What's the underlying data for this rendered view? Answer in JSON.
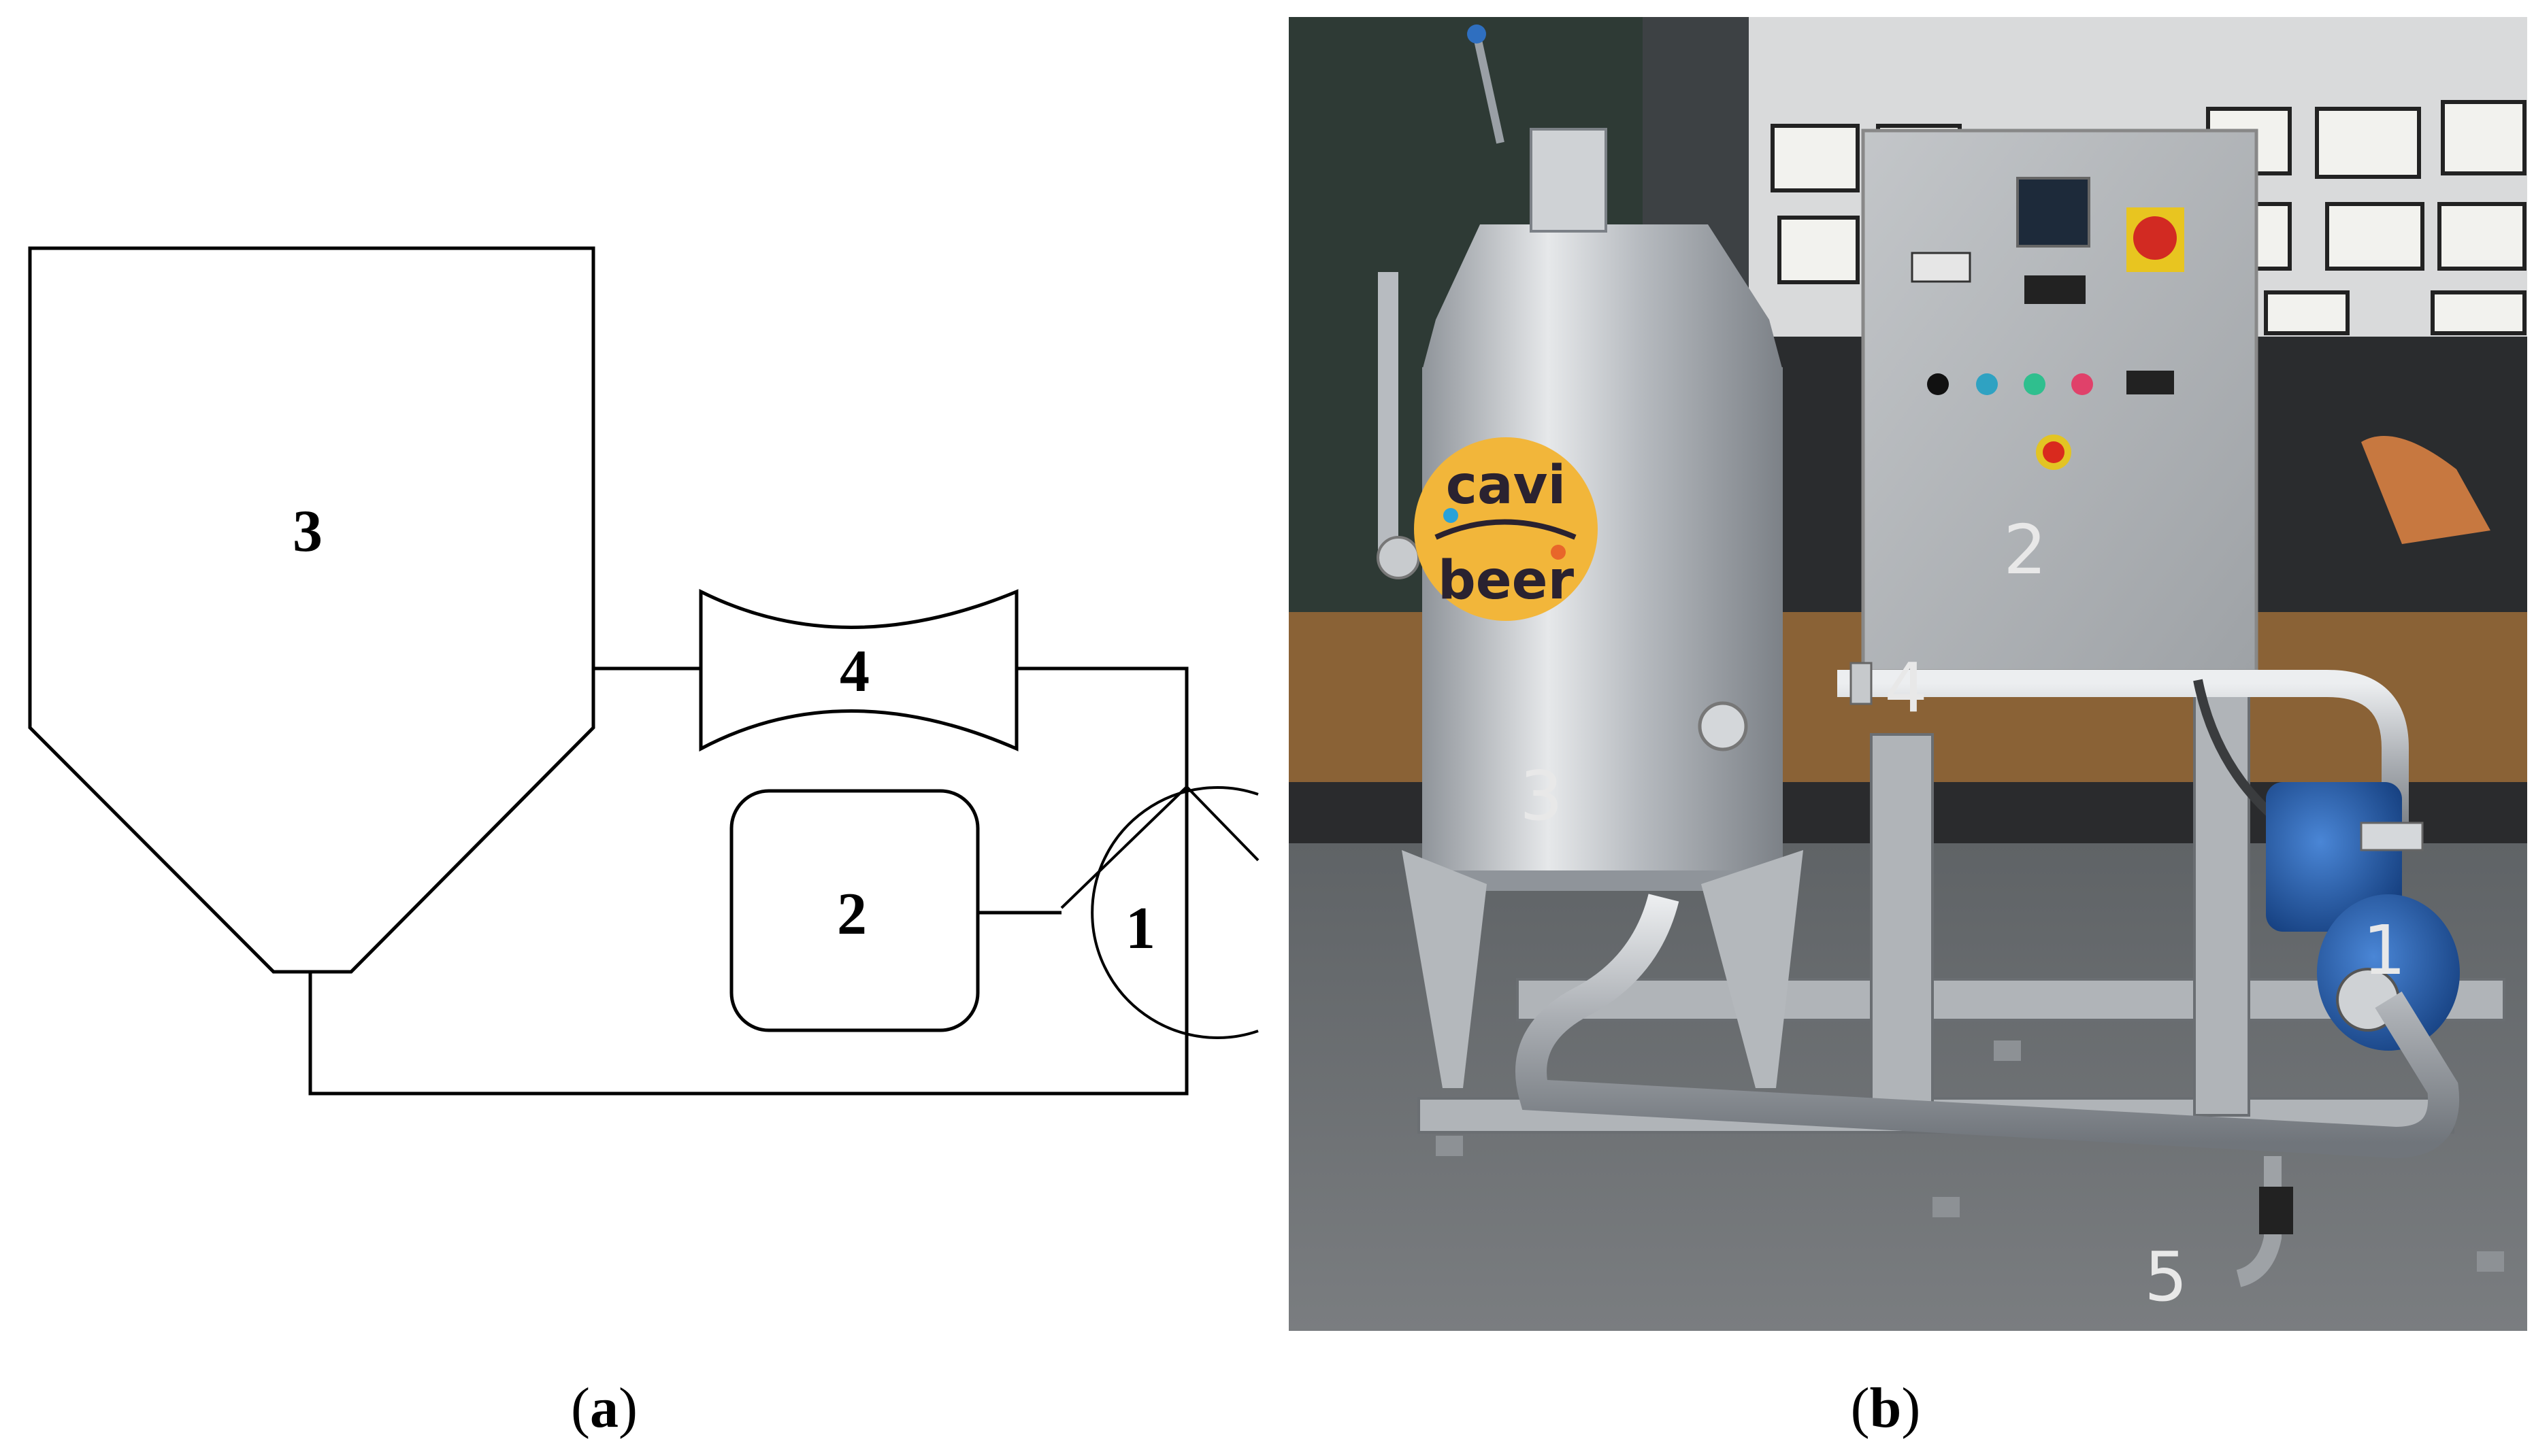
{
  "schematic": {
    "components": [
      {
        "id": "pump",
        "label": "1"
      },
      {
        "id": "motor-control",
        "label": "2"
      },
      {
        "id": "tank",
        "label": "3"
      },
      {
        "id": "venturi",
        "label": "4"
      }
    ],
    "caption": {
      "open": "(",
      "letter": "a",
      "close": ")"
    }
  },
  "photo": {
    "logo_lines": [
      "cavi",
      "beer"
    ],
    "labels": [
      "2",
      "4",
      "3",
      "1",
      "5"
    ],
    "caption": {
      "open": "(",
      "letter": "b",
      "close": ")"
    },
    "colors": {
      "steel": "#c9ccd0",
      "pump_blue": "#1f58a8",
      "logo_yellow": "#f2b63a",
      "floor": "#6d7073"
    }
  }
}
